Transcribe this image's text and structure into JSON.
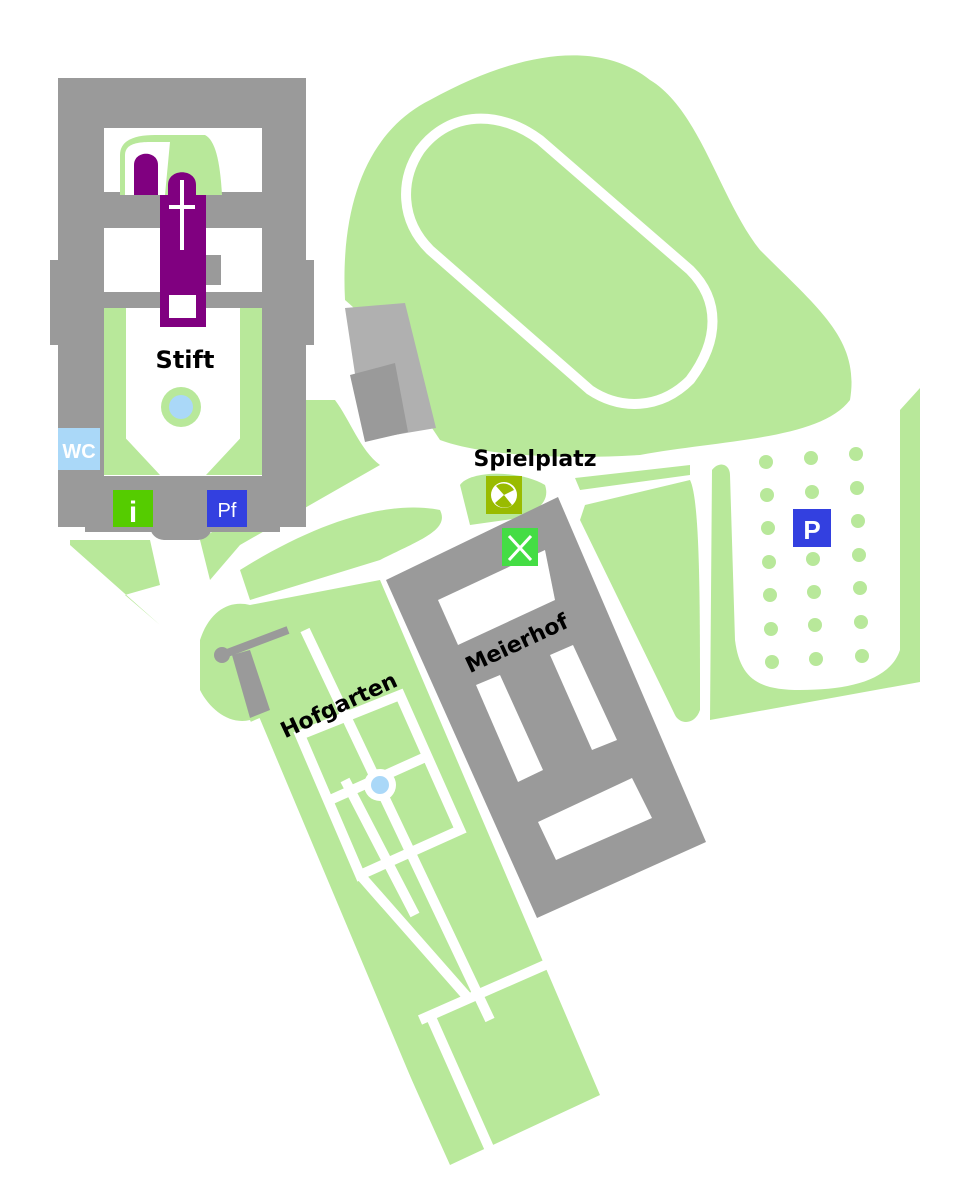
{
  "labels": {
    "stift": "Stift",
    "spielplatz": "Spielplatz",
    "meierhof": "Meierhof",
    "hofgarten": "Hofgarten"
  },
  "icons": {
    "wc": "WC",
    "info": "i",
    "post": "Pf",
    "parking": "P",
    "playground": "playground-icon",
    "restaurant": "restaurant-icon"
  },
  "colors": {
    "green": "#b8e89a",
    "building": "#9a9a9a",
    "church": "#800080",
    "water": "#aad8f8",
    "info": "#55cc00",
    "blue": "#3340e0",
    "playground": "#99bb00",
    "restaurant": "#44dd44"
  }
}
